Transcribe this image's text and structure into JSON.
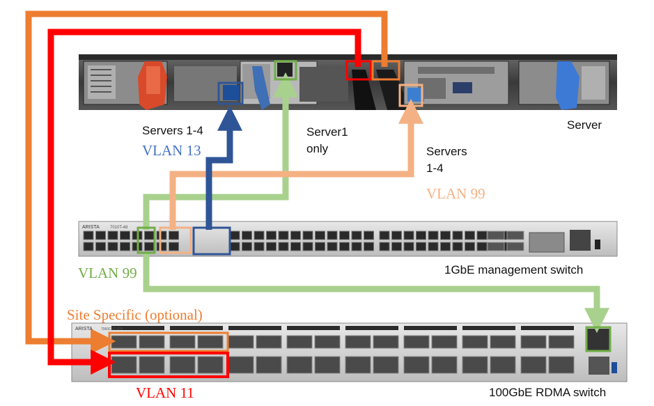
{
  "devices": {
    "server": "Server",
    "mgmt_switch": "1GbE management switch",
    "rdma_switch": "100GbE RDMA switch",
    "mgmt_switch_brand": "ARISTA",
    "mgmt_switch_model": "7010T-48",
    "rdma_switch_brand": "ARISTA",
    "rdma_switch_model": "7060CX2-32S"
  },
  "labels": {
    "servers_1_4": "Servers 1-4",
    "vlan13": "VLAN 13",
    "server1_line1": "Server1",
    "server1_line2": "only",
    "servers_right_line1": "Servers",
    "servers_right_line2": "1-4",
    "vlan99_right": "VLAN 99",
    "vlan99_left": "VLAN 99",
    "site_specific": "Site Specific (optional)",
    "vlan11": "VLAN 11"
  },
  "colors": {
    "orange": "#ed7d31",
    "red": "#ff0000",
    "green": "#a9d18e",
    "green_dark": "#70ad47",
    "blue": "#2f5597",
    "peach": "#f4b183",
    "vlan13_text": "#4472c4"
  }
}
